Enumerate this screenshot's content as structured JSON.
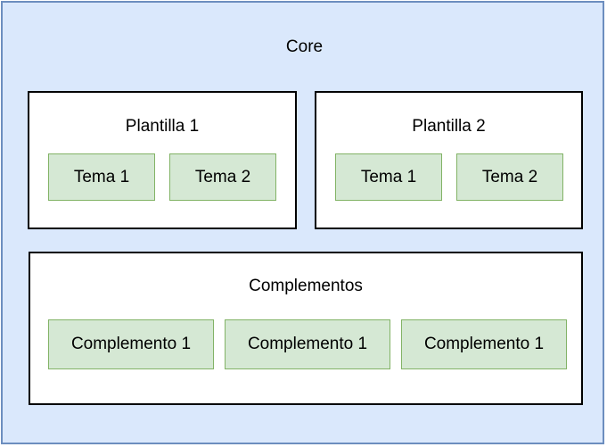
{
  "colors": {
    "core_fill": "#dae8fc",
    "core_border": "#6c8ebf",
    "group_fill": "#ffffff",
    "group_border": "#000000",
    "leaf_fill": "#d5e8d4",
    "leaf_border": "#82b366",
    "text": "#000000"
  },
  "core": {
    "title": "Core",
    "groups": [
      {
        "title": "Plantilla 1",
        "items": [
          {
            "label": "Tema 1"
          },
          {
            "label": "Tema 2"
          }
        ]
      },
      {
        "title": "Plantilla 2",
        "items": [
          {
            "label": "Tema 1"
          },
          {
            "label": "Tema 2"
          }
        ]
      },
      {
        "title": "Complementos",
        "items": [
          {
            "label": "Complemento 1"
          },
          {
            "label": "Complemento 1"
          },
          {
            "label": "Complemento 1"
          }
        ]
      }
    ]
  }
}
